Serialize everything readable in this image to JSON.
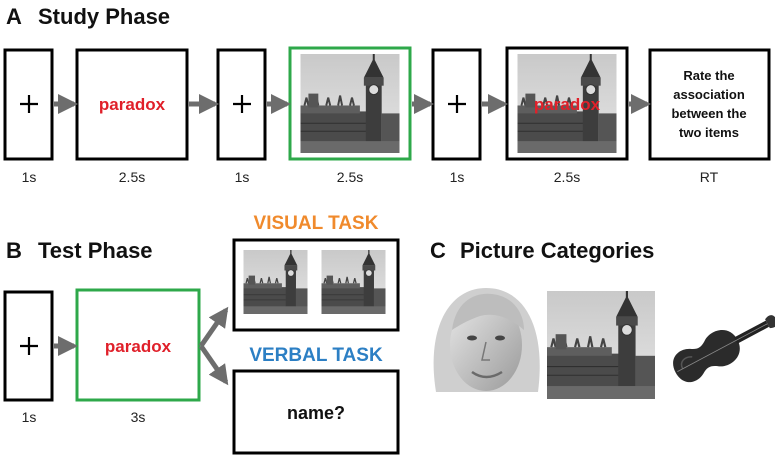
{
  "study": {
    "label": "A",
    "title": "Study Phase",
    "stimulus_word": "paradox",
    "rating_lines": [
      "Rate the",
      "association",
      "between the",
      "two items"
    ],
    "durations": [
      "1s",
      "2.5s",
      "1s",
      "2.5s",
      "1s",
      "2.5s",
      "RT"
    ]
  },
  "test": {
    "label": "B",
    "title": "Test Phase",
    "stimulus_word": "paradox",
    "durations": [
      "1s",
      "3s"
    ],
    "visual_task": "VISUAL TASK",
    "verbal_task": "VERBAL TASK",
    "name_prompt": "name?"
  },
  "categories": {
    "label": "C",
    "title": "Picture Categories"
  },
  "colors": {
    "word": "#e0202a",
    "highlight_border": "#2ea84a",
    "visual_task": "#f08a2c",
    "verbal_task": "#2c7fc4",
    "arrow": "#6d6d6d"
  }
}
